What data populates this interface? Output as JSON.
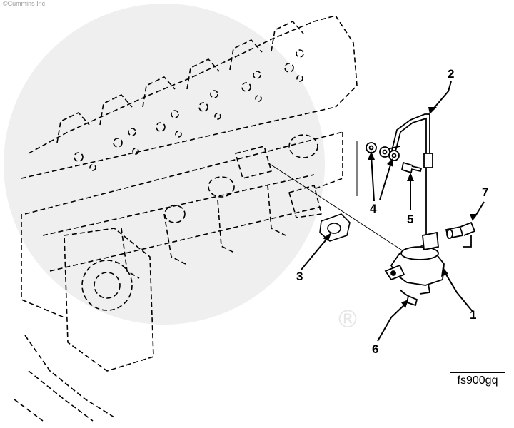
{
  "watermark": {
    "copyright": "©Cummins Inc",
    "registered_mark": "®"
  },
  "figure_code": "fs900gq",
  "callouts": [
    {
      "id": "1",
      "text": "1"
    },
    {
      "id": "2",
      "text": "2"
    },
    {
      "id": "3",
      "text": "3"
    },
    {
      "id": "4",
      "text": "4"
    },
    {
      "id": "5",
      "text": "5"
    },
    {
      "id": "6",
      "text": "6"
    },
    {
      "id": "7",
      "text": "7"
    }
  ],
  "colors": {
    "line": "#000000",
    "watermark": "#ececec",
    "background": "#ffffff"
  }
}
